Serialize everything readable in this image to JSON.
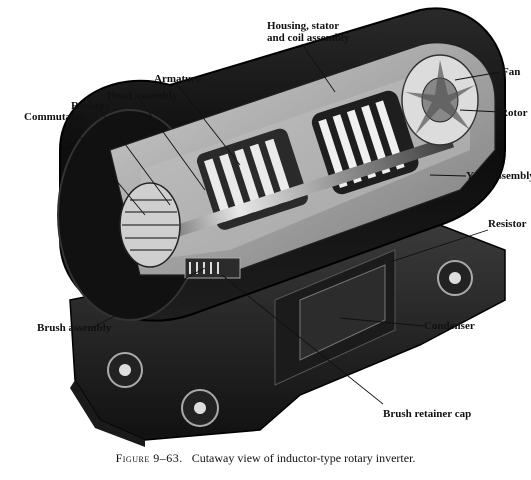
{
  "labels": {
    "housing": "Housing, stator and coil assembly",
    "armature": "Armature",
    "head_assembly": "Head assembly",
    "resistor_left": "Resistor",
    "commutator": "Commutator",
    "fan": "Fan",
    "rotor": "Rotor",
    "yoke_assembly": "Yoke assembly",
    "resistor_right": "Resistor",
    "brush_assembly": "Brush assembly",
    "condenser": "Condenser",
    "brush_retainer_cap": "Brush retainer cap"
  },
  "caption": {
    "figure_number": "Figure 9–63.",
    "text": "Cutaway view of inductor-type rotary inverter."
  }
}
